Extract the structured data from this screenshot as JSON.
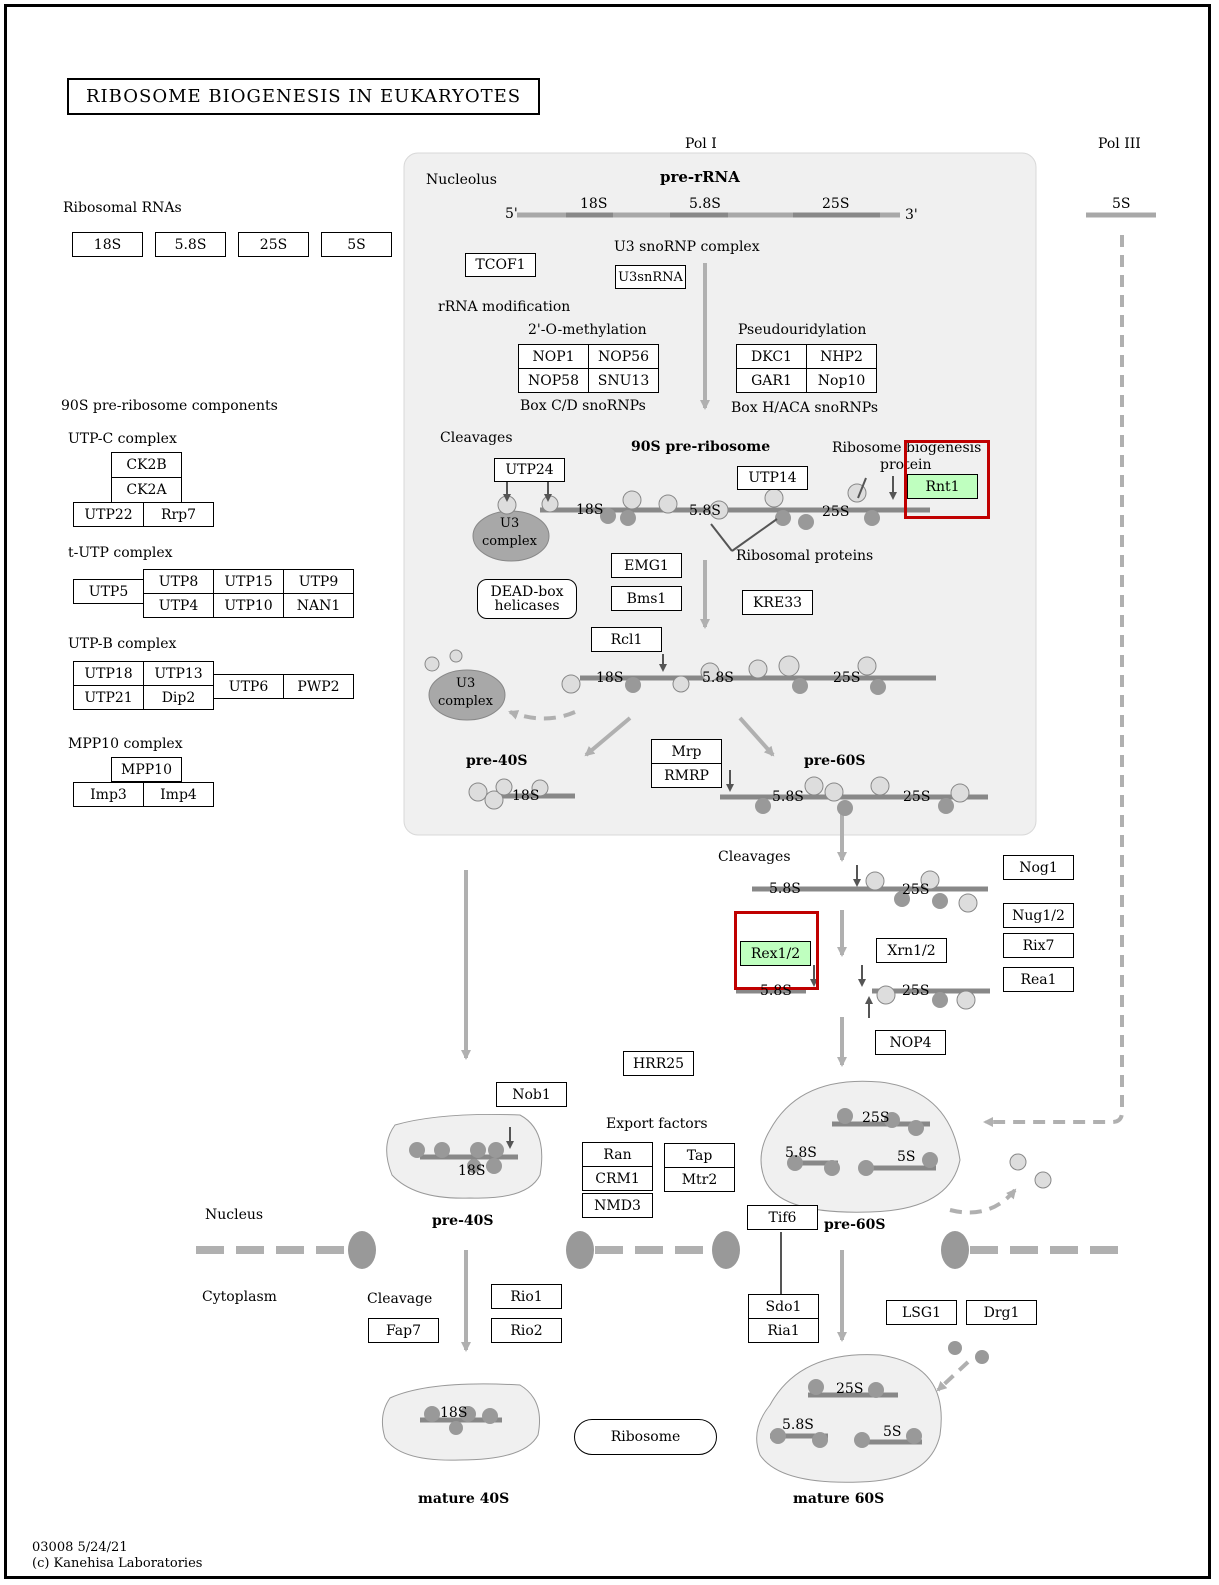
{
  "title": "RIBOSOME BIOGENESIS IN EUKARYOTES",
  "footer": {
    "code": "03008 5/24/21",
    "copyright": "(c) Kanehisa Laboratories"
  },
  "colors": {
    "highlight_green": "#bfffbf",
    "highlight_border": "#c00000",
    "compartment": "#f0f0f0",
    "arrow": "#b0b0b0"
  },
  "labels": {
    "pol1": "Pol I",
    "pol3": "Pol III",
    "nucleolus": "Nucleolus",
    "pre_rrna": "pre-rRNA",
    "five_prime": "5'",
    "three_prime": "3'",
    "u3_snornp": "U3 snoRNP complex",
    "rrna_mod": "rRNA modification",
    "o_methyl": "2'-O-methylation",
    "box_cd": "Box C/D snoRNPs",
    "pseudo": "Pseudouridylation",
    "box_haca": "Box H/ACA snoRNPs",
    "cleavages": "Cleavages",
    "pre90s": "90S pre-ribosome",
    "rbp": "Ribosome biogenesis",
    "rbp2": "protein",
    "ribosomal_proteins": "Ribosomal proteins",
    "u3complex_a": "U3",
    "u3complex_b": "complex",
    "dead_a": "DEAD-box",
    "dead_b": "helicases",
    "pre40s": "pre-40S",
    "pre60s": "pre-60S",
    "cleavages2": "Cleavages",
    "export": "Export factors",
    "nucleus": "Nucleus",
    "cytoplasm": "Cytoplasm",
    "cleavage": "Cleavage",
    "mature40": "mature 40S",
    "mature60": "mature 60S",
    "ribosome": "Ribosome",
    "rrnas": "Ribosomal RNAs",
    "c90s": "90S pre-ribosome components",
    "utpc": "UTP-C complex",
    "tutp": "t-UTP complex",
    "utpb": "UTP-B complex",
    "mpp10": "MPP10 complex",
    "r18": "18S",
    "r58": "5.8S",
    "r25": "25S",
    "r5": "5S"
  },
  "rna_legend": [
    "18S",
    "5.8S",
    "25S",
    "5S"
  ],
  "genes": {
    "tcof1": "TCOF1",
    "u3snrna": "U3snRNA",
    "nop1": "NOP1",
    "nop56": "NOP56",
    "nop58": "NOP58",
    "snu13": "SNU13",
    "dkc1": "DKC1",
    "nhp2": "NHP2",
    "gar1": "GAR1",
    "nop10": "Nop10",
    "utp24": "UTP24",
    "utp14": "UTP14",
    "rnt1": "Rnt1",
    "emg1": "EMG1",
    "bms1": "Bms1",
    "kre33": "KRE33",
    "rcl1": "Rcl1",
    "mrp": "Mrp",
    "rmrp": "RMRP",
    "nog1": "Nog1",
    "nug1": "Nug1/2",
    "rix7": "Rix7",
    "rea1": "Rea1",
    "rex1": "Rex1/2",
    "xrn1": "Xrn1/2",
    "nop4": "NOP4",
    "hrr25": "HRR25",
    "nob1": "Nob1",
    "ran": "Ran",
    "crm1": "CRM1",
    "nmd3": "NMD3",
    "tap": "Tap",
    "mtr2": "Mtr2",
    "tif6": "Tif6",
    "rio1": "Rio1",
    "rio2": "Rio2",
    "fap7": "Fap7",
    "sdo1": "Sdo1",
    "ria1": "Ria1",
    "lsg1": "LSG1",
    "drg1": "Drg1",
    "ck2b": "CK2B",
    "ck2a": "CK2A",
    "utp22": "UTP22",
    "rrp7": "Rrp7",
    "utp5": "UTP5",
    "utp8": "UTP8",
    "utp15": "UTP15",
    "utp9": "UTP9",
    "utp4": "UTP4",
    "utp10": "UTP10",
    "nan1": "NAN1",
    "utp18": "UTP18",
    "utp13": "UTP13",
    "utp21": "UTP21",
    "dip2": "Dip2",
    "utp6": "UTP6",
    "pwp2": "PWP2",
    "mpp10": "MPP10",
    "imp3": "Imp3",
    "imp4": "Imp4"
  }
}
